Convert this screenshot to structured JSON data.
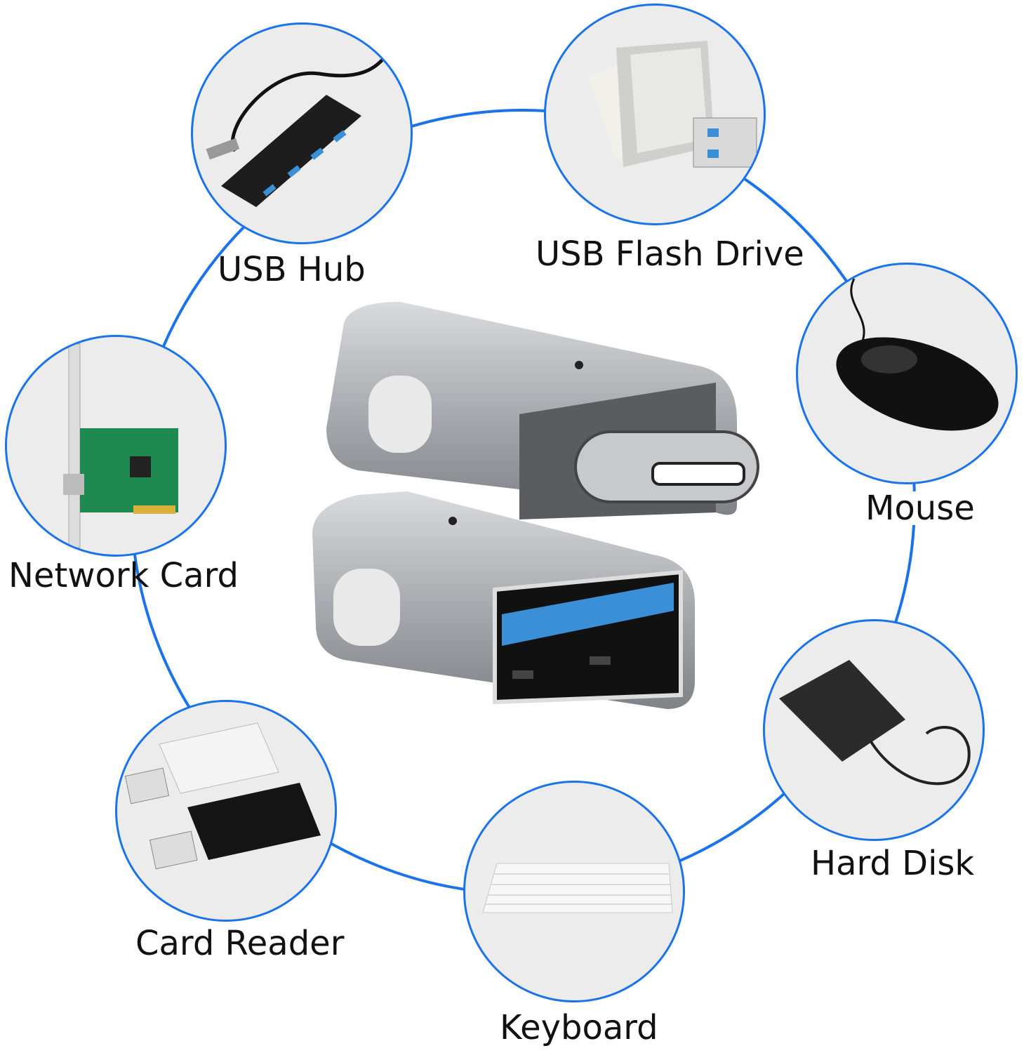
{
  "colors": {
    "accent": "#1a73e8",
    "bubble": "#ececec",
    "usb_blue": "#3a8fd6",
    "metal": "#b9bcc0"
  },
  "devices": [
    {
      "label": "USB Hub",
      "icon": "usb-hub-icon"
    },
    {
      "label": "USB Flash Drive",
      "icon": "flash-drive-icon"
    },
    {
      "label": "Mouse",
      "icon": "mouse-icon"
    },
    {
      "label": "Network Card",
      "icon": "network-card-icon"
    },
    {
      "label": "Hard Disk",
      "icon": "hard-disk-icon"
    },
    {
      "label": "Card Reader",
      "icon": "card-reader-icon"
    },
    {
      "label": "Keyboard",
      "icon": "keyboard-icon"
    }
  ],
  "center_product": "usb-c-to-usb-a-adapter"
}
